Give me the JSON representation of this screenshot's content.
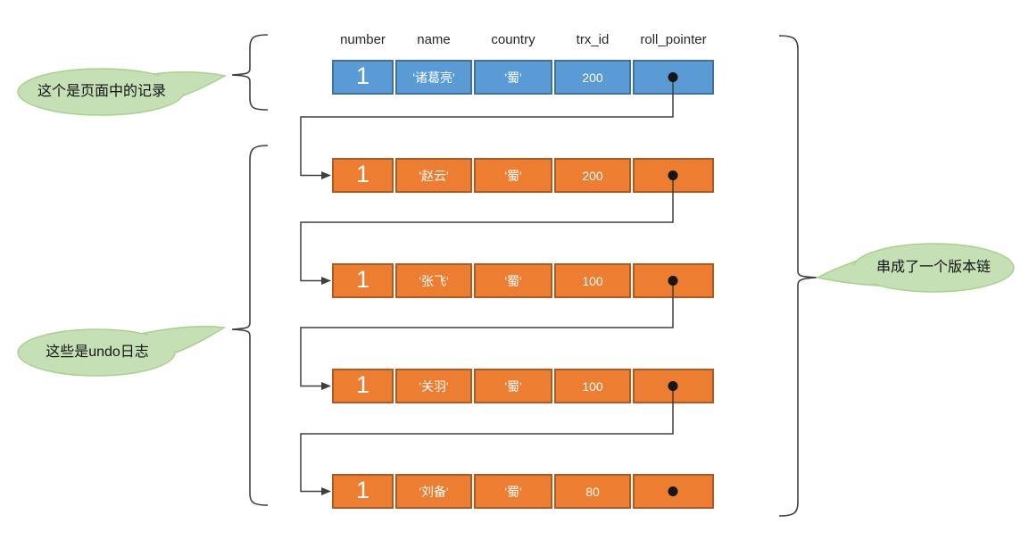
{
  "columns": [
    "number",
    "name",
    "country",
    "trx_id",
    "roll_pointer"
  ],
  "page_record": {
    "number": "1",
    "name": "'诸葛亮'",
    "country": "'蜀'",
    "trx_id": "200"
  },
  "undo_logs": [
    {
      "number": "1",
      "name": "'赵云'",
      "country": "'蜀'",
      "trx_id": "200"
    },
    {
      "number": "1",
      "name": "'张飞'",
      "country": "'蜀'",
      "trx_id": "100"
    },
    {
      "number": "1",
      "name": "'关羽'",
      "country": "'蜀'",
      "trx_id": "100"
    },
    {
      "number": "1",
      "name": "'刘备'",
      "country": "'蜀'",
      "trx_id": "80"
    }
  ],
  "callouts": {
    "page_record_label": "这个是页面中的记录",
    "undo_logs_label": "这些是undo日志",
    "version_chain_label": "串成了一个版本链"
  },
  "colors": {
    "page_record_fill": "#5B9BD5",
    "page_record_border": "#41719C",
    "undo_log_fill": "#ED7D31",
    "undo_log_border": "#AE5A21",
    "callout_fill": "#C5E0B4",
    "callout_border": "#A9D18E",
    "connector": "#3F3F3F"
  }
}
